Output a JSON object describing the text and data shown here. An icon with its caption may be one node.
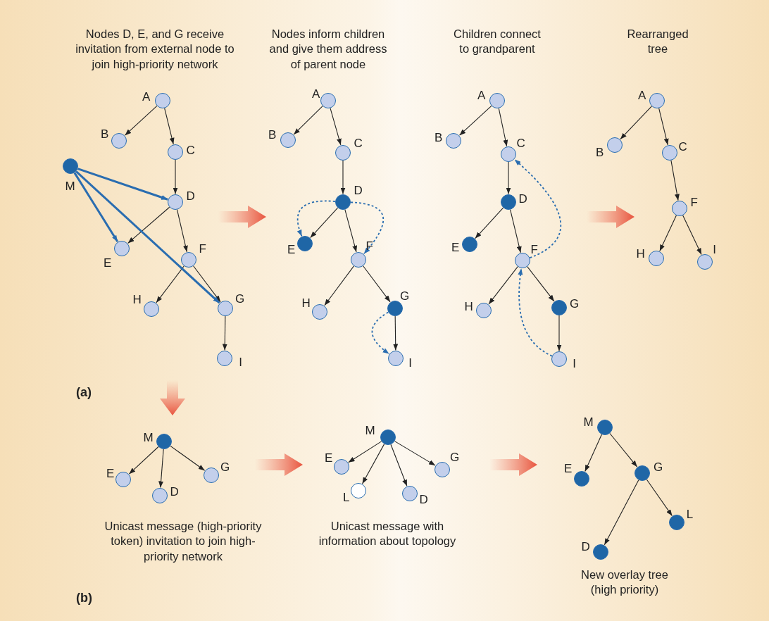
{
  "diagram": {
    "nodes": [
      {
        "text": [
          "A"
        ]
      },
      {
        "text": [
          "B"
        ]
      },
      {
        "text": [
          "C"
        ]
      },
      {
        "text": [
          "M"
        ]
      },
      {
        "text": [
          "D"
        ]
      },
      {
        "text": [
          "E"
        ]
      },
      {
        "text": [
          "F"
        ]
      },
      {
        "text": [
          "H"
        ]
      },
      {
        "text": [
          "G"
        ]
      },
      {
        "text": [
          "I"
        ]
      },
      {
        "text": [
          "A"
        ]
      },
      {
        "text": [
          "B"
        ]
      },
      {
        "text": [
          "C"
        ]
      },
      {
        "text": [
          "D"
        ]
      },
      {
        "text": [
          "E"
        ]
      },
      {
        "text": [
          "F"
        ]
      },
      {
        "text": [
          "H"
        ]
      },
      {
        "text": [
          "G"
        ]
      },
      {
        "text": [
          "I"
        ]
      },
      {
        "text": [
          "A"
        ]
      },
      {
        "text": [
          "B"
        ]
      },
      {
        "text": [
          "C"
        ]
      },
      {
        "text": [
          "D"
        ]
      },
      {
        "text": [
          "E"
        ]
      },
      {
        "text": [
          "F"
        ]
      },
      {
        "text": [
          "H"
        ]
      },
      {
        "text": [
          "G"
        ]
      },
      {
        "text": [
          "I"
        ]
      },
      {
        "text": [
          "A"
        ]
      },
      {
        "text": [
          "B"
        ]
      },
      {
        "text": [
          "C"
        ]
      },
      {
        "text": [
          "F"
        ]
      },
      {
        "text": [
          "H"
        ]
      },
      {
        "text": [
          "I"
        ]
      },
      {
        "text": [
          "M"
        ]
      },
      {
        "text": [
          "E"
        ]
      },
      {
        "text": [
          "D"
        ]
      },
      {
        "text": [
          "G"
        ]
      },
      {
        "text": [
          "M"
        ]
      },
      {
        "text": [
          "E"
        ]
      },
      {
        "text": [
          "G"
        ]
      },
      {
        "text": [
          "L"
        ]
      },
      {
        "text": [
          "D"
        ]
      },
      {
        "text": [
          "M"
        ]
      },
      {
        "text": [
          "E"
        ]
      },
      {
        "text": [
          "G"
        ]
      },
      {
        "text": [
          "L"
        ]
      },
      {
        "text": [
          "D"
        ]
      }
    ],
    "edges": [
      {
        "from": 0,
        "to": 1,
        "arrow": "to"
      },
      {
        "from": 0,
        "to": 2,
        "arrow": "to"
      },
      {
        "from": 2,
        "to": 4,
        "arrow": "to"
      },
      {
        "from": 4,
        "to": 5,
        "arrow": "to"
      },
      {
        "from": 4,
        "to": 6,
        "arrow": "to"
      },
      {
        "from": 6,
        "to": 7,
        "arrow": "to"
      },
      {
        "from": 6,
        "to": 8,
        "arrow": "to"
      },
      {
        "from": 8,
        "to": 9,
        "arrow": "to"
      },
      {
        "from": 3,
        "to": 4,
        "arrow": "to",
        "style": "thick",
        "color": "#2a6db0"
      },
      {
        "from": 3,
        "to": 5,
        "arrow": "to",
        "style": "thick",
        "color": "#2a6db0"
      },
      {
        "from": 3,
        "to": 8,
        "arrow": "to",
        "style": "thick",
        "color": "#2a6db0"
      },
      {
        "from": 10,
        "to": 11,
        "arrow": "to"
      },
      {
        "from": 10,
        "to": 12,
        "arrow": "to"
      },
      {
        "from": 12,
        "to": 13,
        "arrow": "to"
      },
      {
        "from": 13,
        "to": 14,
        "arrow": "to"
      },
      {
        "from": 13,
        "to": 15,
        "arrow": "to"
      },
      {
        "from": 15,
        "to": 16,
        "arrow": "to"
      },
      {
        "from": 15,
        "to": 17,
        "arrow": "to"
      },
      {
        "from": 17,
        "to": 18,
        "arrow": "to"
      },
      {
        "from": 13,
        "to": 14,
        "arrow": "to",
        "style": "dashed",
        "color": "#2a6db0"
      },
      {
        "from": 13,
        "to": 15,
        "arrow": "to",
        "style": "dashed",
        "color": "#2a6db0"
      },
      {
        "from": 17,
        "to": 18,
        "arrow": "to",
        "style": "dashed",
        "color": "#2a6db0"
      },
      {
        "from": 19,
        "to": 20,
        "arrow": "to"
      },
      {
        "from": 19,
        "to": 21,
        "arrow": "to"
      },
      {
        "from": 21,
        "to": 22,
        "arrow": "to"
      },
      {
        "from": 22,
        "to": 23,
        "arrow": "to"
      },
      {
        "from": 22,
        "to": 24,
        "arrow": "to"
      },
      {
        "from": 24,
        "to": 25,
        "arrow": "to"
      },
      {
        "from": 24,
        "to": 26,
        "arrow": "to"
      },
      {
        "from": 26,
        "to": 27,
        "arrow": "to"
      },
      {
        "from": 24,
        "to": 21,
        "arrow": "to",
        "style": "dashed",
        "color": "#2a6db0"
      },
      {
        "from": 27,
        "to": 24,
        "arrow": "to",
        "style": "dashed",
        "color": "#2a6db0"
      },
      {
        "from": 28,
        "to": 29,
        "arrow": "to"
      },
      {
        "from": 28,
        "to": 30,
        "arrow": "to"
      },
      {
        "from": 30,
        "to": 31,
        "arrow": "to"
      },
      {
        "from": 31,
        "to": 32,
        "arrow": "to"
      },
      {
        "from": 31,
        "to": 33,
        "arrow": "to"
      },
      {
        "from": 34,
        "to": 35,
        "arrow": "to"
      },
      {
        "from": 34,
        "to": 36,
        "arrow": "to"
      },
      {
        "from": 34,
        "to": 37,
        "arrow": "to"
      },
      {
        "from": 38,
        "to": 39,
        "arrow": "to"
      },
      {
        "from": 38,
        "to": 41,
        "arrow": "to"
      },
      {
        "from": 38,
        "to": 42,
        "arrow": "to"
      },
      {
        "from": 38,
        "to": 40,
        "arrow": "to"
      },
      {
        "from": 43,
        "to": 44,
        "arrow": "to"
      },
      {
        "from": 43,
        "to": 45,
        "arrow": "to"
      },
      {
        "from": 45,
        "to": 46,
        "arrow": "to"
      },
      {
        "from": 45,
        "to": 47,
        "arrow": "to"
      }
    ],
    "labels": [
      "Nodes D, E, and G receive invitation from external node to join high-priority network",
      "Nodes inform children and give them address of parent node",
      "Children connect to grandparent",
      "Rearranged tree",
      "(a)",
      "Unicast message (high-priority token) invitation to join high-priority network",
      "Unicast message with information about topology",
      "New overlay tree (high priority)",
      "(b)"
    ]
  }
}
